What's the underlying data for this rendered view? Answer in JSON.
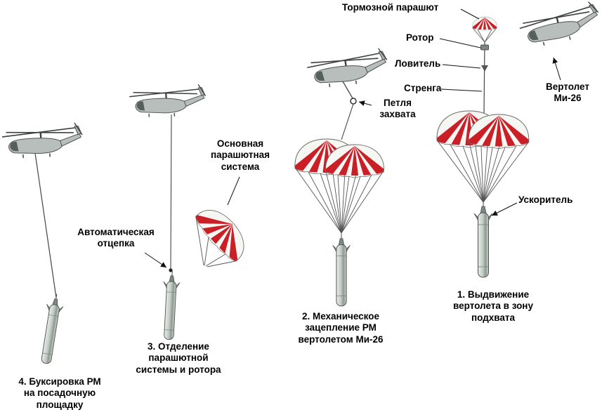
{
  "diagram": {
    "title_hint": "Mid-air retrieval of rocket module by Mi-26 helicopter",
    "colors": {
      "canopy_red": "#cb1f27",
      "canopy_white": "#f6f6f2",
      "metal_light": "#e8ece8",
      "metal_dark": "#8e9a91",
      "line": "#444444",
      "text": "#000000",
      "background": "#ffffff"
    },
    "labels": {
      "brake_chute": "Тормозной парашют",
      "rotor": "Ротор",
      "catcher": "Ловитель",
      "strenga": "Стренга",
      "helicopter_mi26": "Вертолет\nМи-26",
      "capture_loop": "Петля\nзахвата",
      "main_chute_system": "Основная\nпарашютная\nсистема",
      "auto_release": "Автоматическая\nотцепка",
      "booster": "Ускоритель"
    },
    "captions": {
      "stage1": "1. Выдвижение\nвертолета в зону\nподхвата",
      "stage2": "2. Механическое\nзацепление РМ\nвертолетом Ми-26",
      "stage3": "3. Отделение\nпарашютной\nсистемы и ротора",
      "stage4": "4. Буксировка РМ\nна посадочную\nплощадку"
    }
  }
}
